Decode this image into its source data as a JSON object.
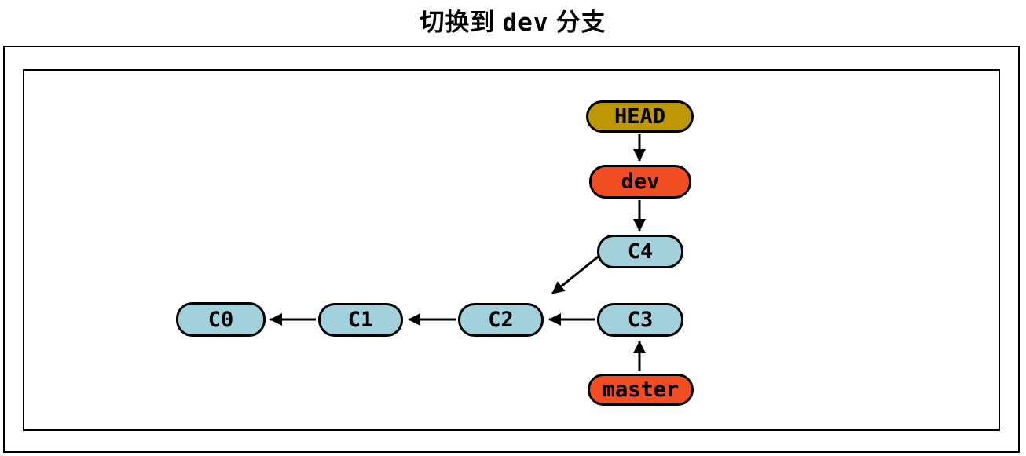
{
  "title": {
    "prefix": "切换到",
    "code": "dev",
    "suffix": "分支"
  },
  "colors": {
    "head_fill": "#BE9704",
    "branch_fill": "#F04D23",
    "commit_fill": "#A2D1DC",
    "stroke": "#000000",
    "background": "#FFFFFF"
  },
  "nodes": {
    "head": {
      "label": "HEAD",
      "type": "head-pointer"
    },
    "dev": {
      "label": "dev",
      "type": "branch"
    },
    "master": {
      "label": "master",
      "type": "branch"
    },
    "c0": {
      "label": "C0",
      "type": "commit"
    },
    "c1": {
      "label": "C1",
      "type": "commit"
    },
    "c2": {
      "label": "C2",
      "type": "commit"
    },
    "c3": {
      "label": "C3",
      "type": "commit"
    },
    "c4": {
      "label": "C4",
      "type": "commit"
    }
  },
  "edges": [
    {
      "from": "HEAD",
      "to": "dev"
    },
    {
      "from": "dev",
      "to": "C4"
    },
    {
      "from": "C4",
      "to": "C2"
    },
    {
      "from": "C3",
      "to": "C2"
    },
    {
      "from": "C2",
      "to": "C1"
    },
    {
      "from": "C1",
      "to": "C0"
    },
    {
      "from": "master",
      "to": "C3"
    }
  ]
}
